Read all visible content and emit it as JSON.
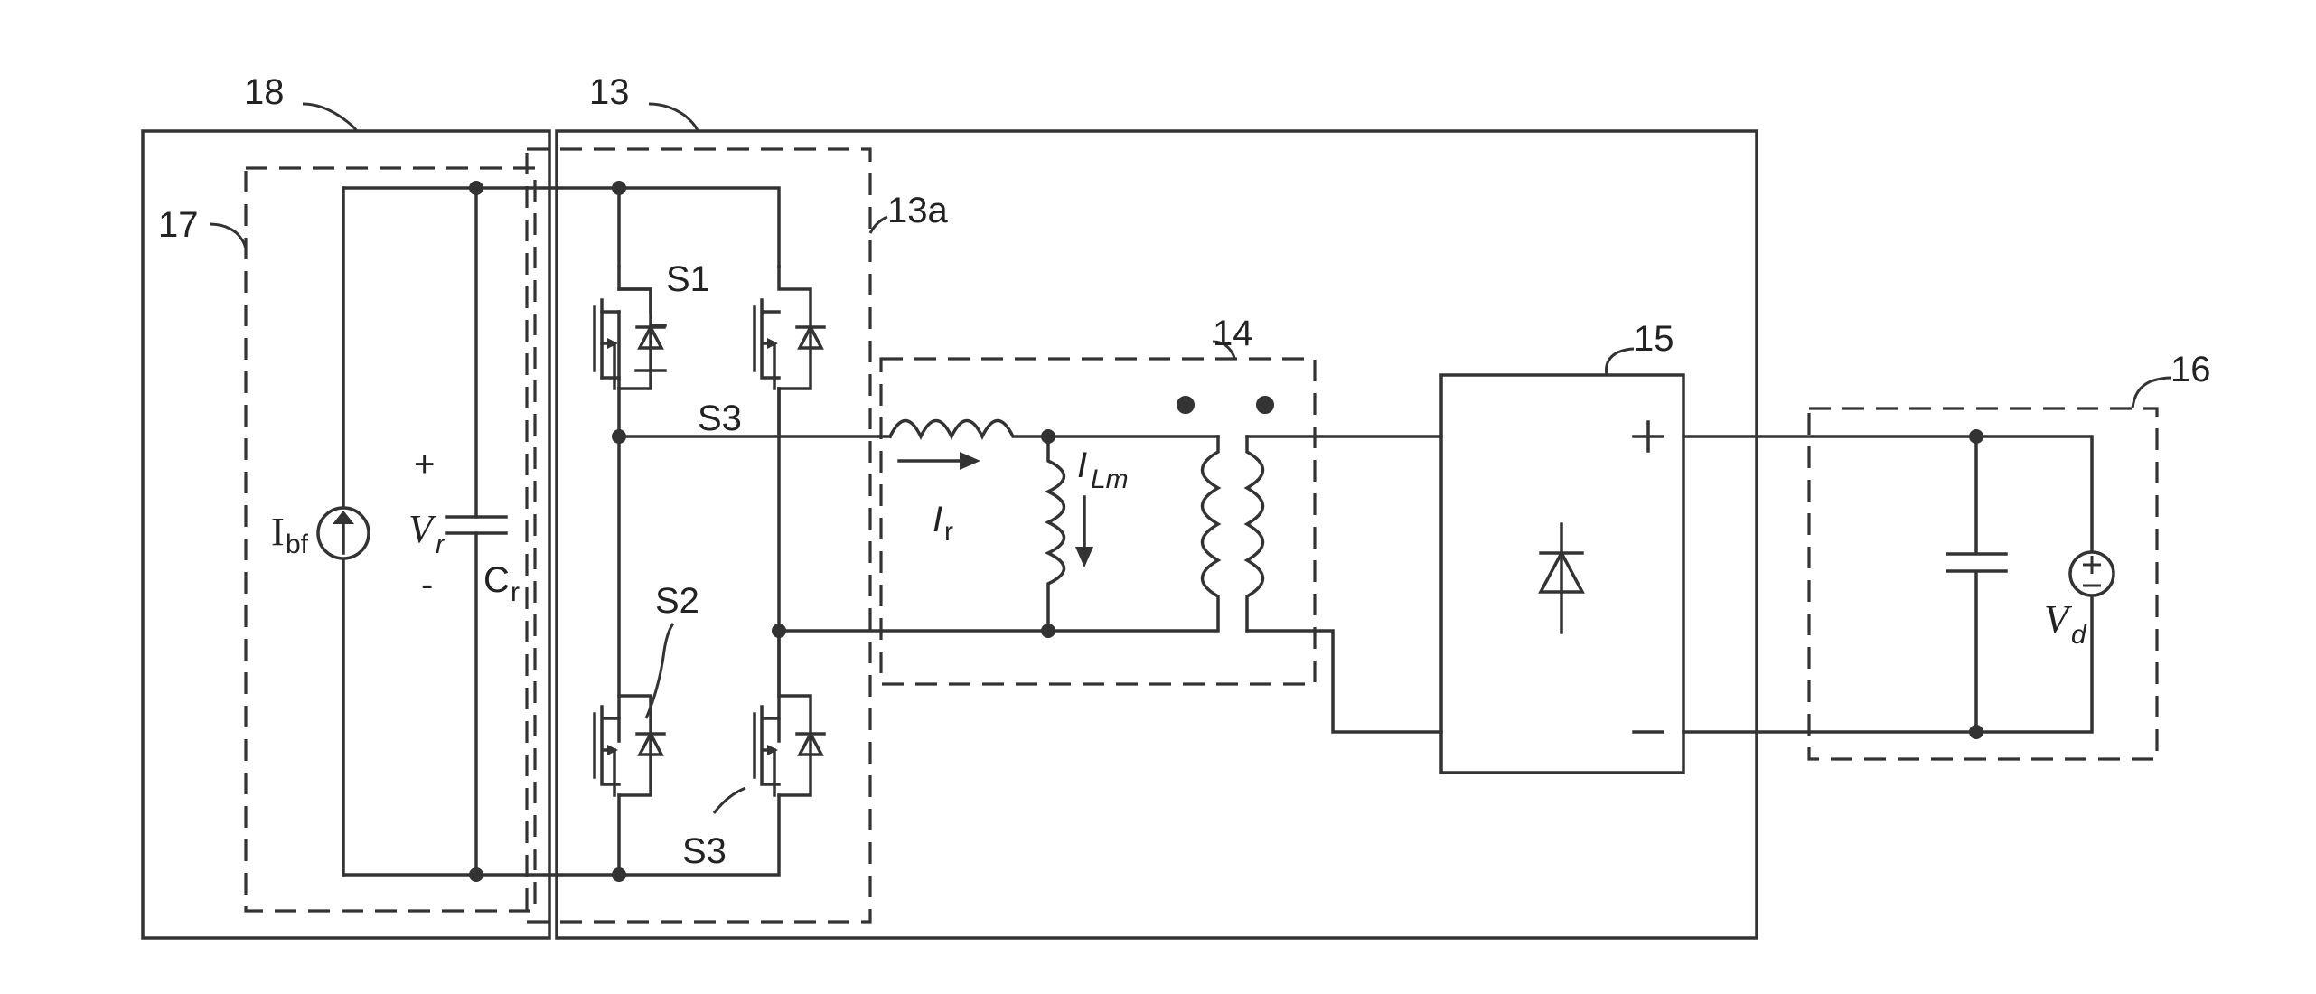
{
  "labels": {
    "block_18": "18",
    "block_17": "17",
    "block_13": "13",
    "block_13a": "13a",
    "block_14": "14",
    "block_15": "15",
    "block_16": "16",
    "switch_s1": "S1",
    "switch_s2": "S2",
    "switch_s3_top": "S3",
    "switch_s3_bottom": "S3",
    "current_source": "I",
    "current_source_sub": "bf",
    "cap_voltage": "V",
    "cap_voltage_sub": "r",
    "plus": "+",
    "minus": "-",
    "capacitor": "C",
    "capacitor_sub": "r",
    "resonant_current": "I",
    "resonant_current_sub": "r",
    "magnetizing_current": "I",
    "magnetizing_current_sub": "Lm",
    "output_plus": "+",
    "load_voltage": "V",
    "load_voltage_sub": "d"
  }
}
